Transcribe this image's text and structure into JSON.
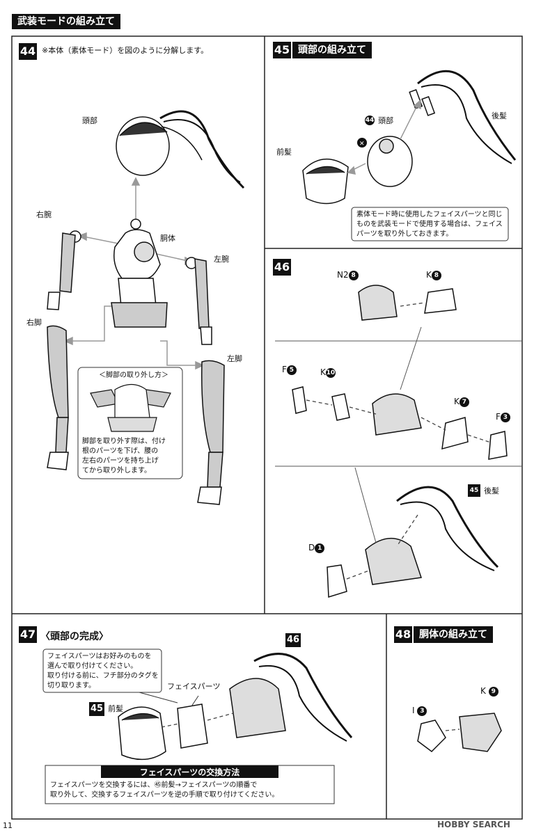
{
  "page": {
    "title": "武装モードの組み立て",
    "page_number": "11",
    "watermark": "HOBBY SEARCH"
  },
  "step44": {
    "number": "44",
    "note": "※本体（素体モード）を図のように分解します。",
    "labels": {
      "head": "頭部",
      "torso": "胴体",
      "right_arm": "右腕",
      "left_arm": "左腕",
      "right_leg": "右脚",
      "left_leg": "左脚"
    },
    "callout_title": "＜脚部の取り外し方＞",
    "callout_text": [
      "脚部を取り外す際は、付け",
      "根のパーツを下げ、腰の",
      "左右のパーツを持ち上げ",
      "てから取り外します。"
    ]
  },
  "step45": {
    "number": "45",
    "title": "頭部の組み立て",
    "labels": {
      "head": "頭部",
      "head_ref": "44",
      "front_hair": "前髪",
      "back_hair": "後髪"
    },
    "note": [
      "素体モード時に使用したフェイスパーツと同じ",
      "ものを武装モードで使用する場合は、フェイス",
      "パーツを取り外しておきます。"
    ]
  },
  "step46": {
    "number": "46",
    "parts": [
      {
        "letter": "N2",
        "num": "8"
      },
      {
        "letter": "K",
        "num": "8"
      },
      {
        "letter": "F",
        "num": "5"
      },
      {
        "letter": "K",
        "num": "10"
      },
      {
        "letter": "K",
        "num": "7"
      },
      {
        "letter": "F",
        "num": "3"
      },
      {
        "letter": "D",
        "num": "1"
      }
    ],
    "back_hair_ref": "45",
    "back_hair": "後髪"
  },
  "step47": {
    "number": "47",
    "title": "〈頭部の完成〉",
    "note": [
      "フェイスパーツはお好みのものを",
      "選んで取り付けてください。",
      "取り付ける前に、フチ部分のタグを",
      "切り取ります。"
    ],
    "face_parts": "フェイスパーツ",
    "ref46": "46",
    "ref45": "45",
    "front_hair": "前髪",
    "howto_title": "フェイスパーツの交換方法",
    "howto_text": [
      "フェイスパーツを交換するには、㊺前髪→フェイスパーツの順番で",
      "取り外して、交換するフェイスパーツを逆の手順で取り付けてください。"
    ]
  },
  "step48": {
    "number": "48",
    "title": "胴体の組み立て",
    "parts": [
      {
        "letter": "I",
        "num": "3"
      },
      {
        "letter": "K",
        "num": "9"
      }
    ]
  }
}
